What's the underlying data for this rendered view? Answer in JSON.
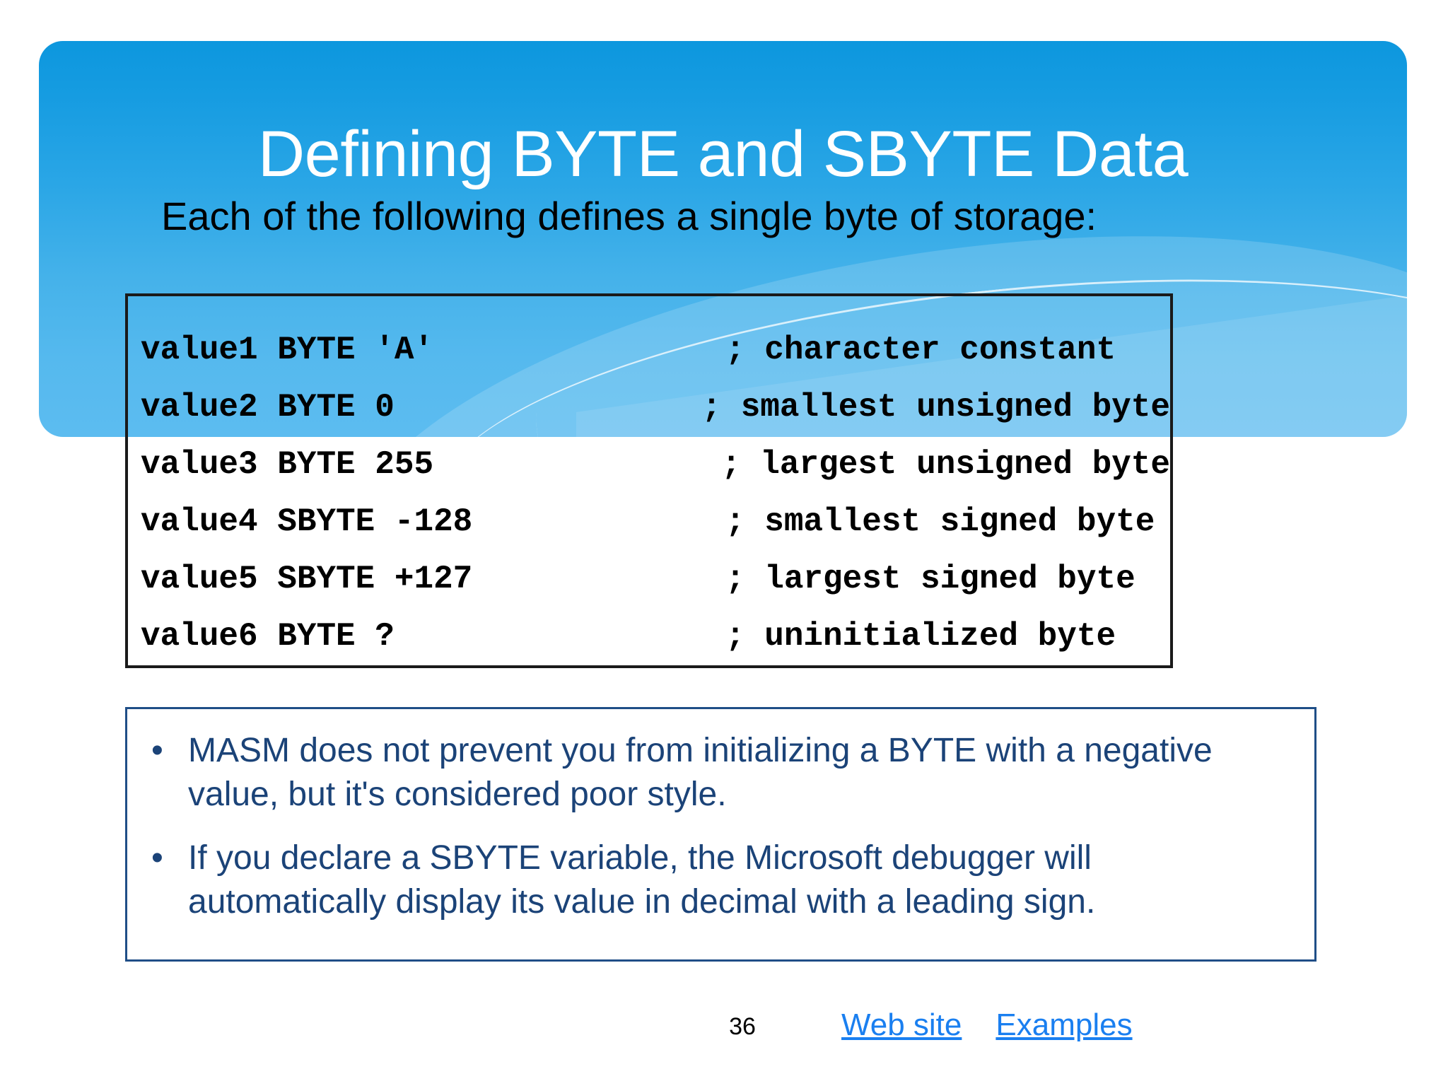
{
  "slide": {
    "title": "Defining BYTE and SBYTE Data",
    "subtitle": "Each of the following defines a single byte of storage:",
    "page_number": "36",
    "accent_blue": "#1a9ce1",
    "title_color": "#ffffff",
    "bullet_text_color": "#1b4378",
    "link_color": "#1a7ff0",
    "code_border_color": "#1a1a1a",
    "notes_border_color": "#1f4e87"
  },
  "code_box": {
    "rows": [
      {
        "declaration": "value1 BYTE 'A'",
        "comment": "; character constant"
      },
      {
        "declaration": "value2 BYTE 0",
        "comment": "; smallest unsigned byte"
      },
      {
        "declaration": "value3 BYTE 255",
        "comment": "; largest unsigned byte"
      },
      {
        "declaration": "value4 SBYTE -128",
        "comment": "; smallest signed byte"
      },
      {
        "declaration": "value5 SBYTE +127",
        "comment": "; largest signed byte"
      },
      {
        "declaration": "value6 BYTE ?",
        "comment": "; uninitialized byte"
      }
    ]
  },
  "notes_box": {
    "bullet_glyph": "•",
    "bullets": [
      "MASM does not prevent you from initializing a BYTE with a negative value, but it's considered poor style.",
      "If you declare a SBYTE variable, the Microsoft debugger will automatically display its value in decimal with a leading sign."
    ]
  },
  "footer": {
    "links": [
      {
        "label": "Web site"
      },
      {
        "label": "Examples"
      }
    ]
  }
}
